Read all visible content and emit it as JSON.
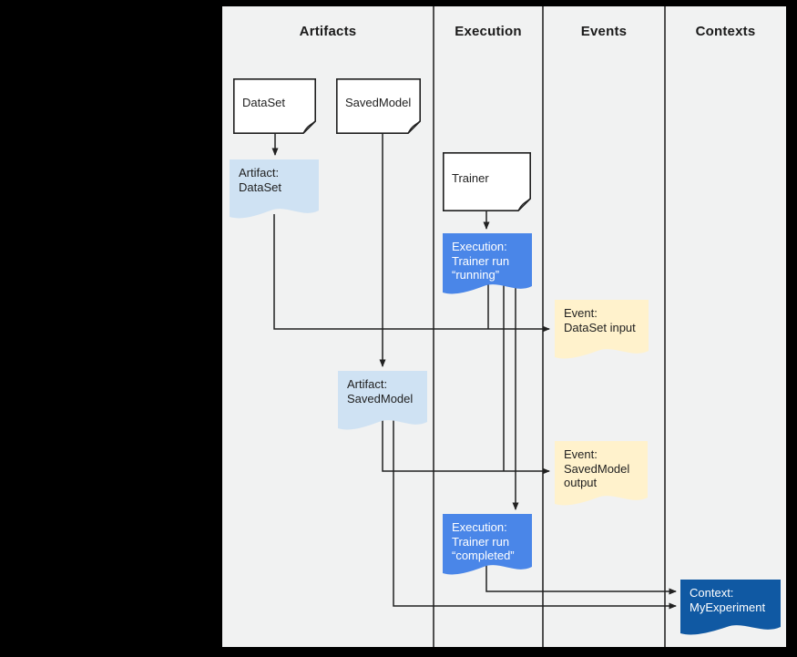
{
  "diagram": {
    "columns": [
      {
        "label": "Artifacts"
      },
      {
        "label": "Execution"
      },
      {
        "label": "Events"
      },
      {
        "label": "Contexts"
      }
    ],
    "nodes": {
      "dataset_doc": {
        "label": "DataSet",
        "type": "document"
      },
      "savedmodel_doc": {
        "label": "SavedModel",
        "type": "document"
      },
      "trainer_doc": {
        "label": "Trainer",
        "type": "document"
      },
      "artifact_dataset": {
        "label": "Artifact:\nDataSet",
        "type": "artifact"
      },
      "artifact_savedmodel": {
        "label": "Artifact:\nSavedModel",
        "type": "artifact"
      },
      "execution_running": {
        "label": "Execution:\nTrainer run\n“running”",
        "type": "execution"
      },
      "execution_completed": {
        "label": "Execution:\nTrainer run\n“completed”",
        "type": "execution"
      },
      "event_dataset_input": {
        "label": "Event:\nDataSet input",
        "type": "event"
      },
      "event_savedmodel_output": {
        "label": "Event:\nSavedModel\noutput",
        "type": "event"
      },
      "context_myexperiment": {
        "label": "Context:\nMyExperiment",
        "type": "context"
      }
    },
    "connections": [
      {
        "from": "dataset_doc",
        "to": "artifact_dataset"
      },
      {
        "from": "savedmodel_doc",
        "to": "artifact_savedmodel"
      },
      {
        "from": "trainer_doc",
        "to": "execution_running"
      },
      {
        "from": "artifact_dataset",
        "to": "event_dataset_input"
      },
      {
        "from": "execution_running",
        "to": "event_dataset_input"
      },
      {
        "from": "artifact_savedmodel",
        "to": "event_savedmodel_output"
      },
      {
        "from": "execution_running",
        "to": "event_savedmodel_output"
      },
      {
        "from": "execution_running",
        "to": "execution_completed"
      },
      {
        "from": "execution_completed",
        "to": "context_myexperiment"
      },
      {
        "from": "artifact_savedmodel",
        "to": "context_myexperiment"
      }
    ],
    "colors": {
      "page_bg": "#000000",
      "canvas_bg": "#f1f2f2",
      "artifact_fill": "#cfe2f3",
      "execution_fill": "#4a86e8",
      "event_fill": "#fff2cc",
      "context_fill": "#1059a3",
      "document_fill": "#ffffff",
      "line": "#212121"
    }
  }
}
